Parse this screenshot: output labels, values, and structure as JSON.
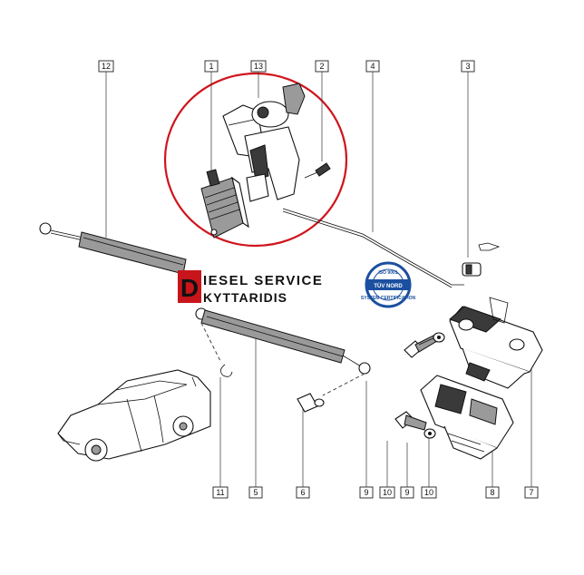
{
  "callouts": {
    "top": [
      "12",
      "1",
      "13",
      "2",
      "4",
      "3"
    ],
    "bottom": [
      "11",
      "5",
      "6",
      "9",
      "10",
      "9",
      "10",
      "8",
      "7"
    ]
  },
  "banner": {
    "logo_letter": "D",
    "line1": "IESEL SERVICE",
    "line2": "KYTTARIDIS",
    "accent_color": "#c8151b"
  },
  "badge": {
    "ring_top": "ISO 9001",
    "middle": "TÜV NORD",
    "ring_bottom": "SYSTEM CERTIFICATION",
    "color": "#1b4fa0"
  },
  "highlight": {
    "color": "#d0141c"
  }
}
